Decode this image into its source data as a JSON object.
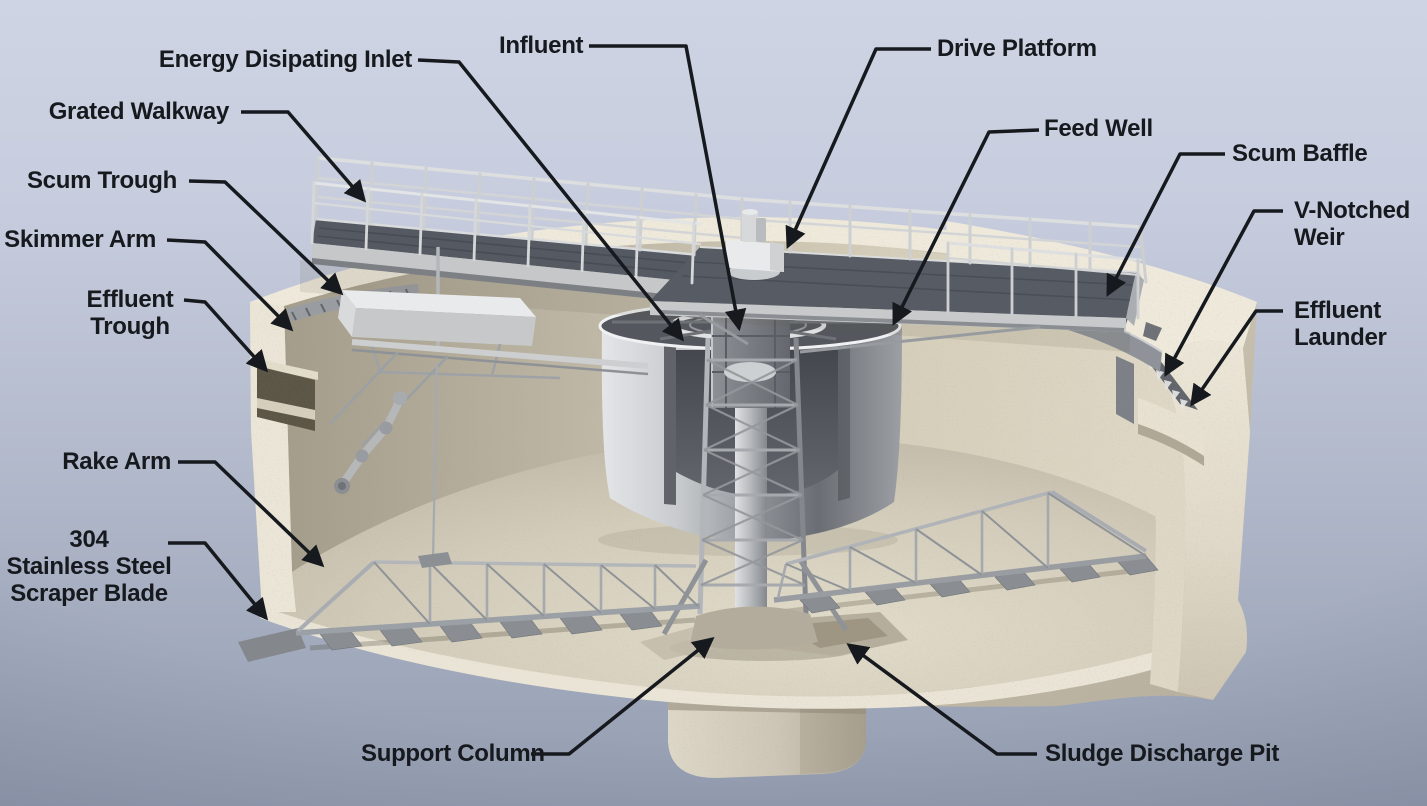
{
  "labels": [
    {
      "id": "energy-disipating-inlet",
      "text": "Energy Disipating Inlet"
    },
    {
      "id": "influent",
      "text": "Influent"
    },
    {
      "id": "drive-platform",
      "text": "Drive Platform"
    },
    {
      "id": "grated-walkway",
      "text": "Grated Walkway"
    },
    {
      "id": "feed-well",
      "text": "Feed Well"
    },
    {
      "id": "scum-trough",
      "text": "Scum Trough"
    },
    {
      "id": "scum-baffle",
      "text": "Scum Baffle"
    },
    {
      "id": "skimmer-arm",
      "text": "Skimmer Arm"
    },
    {
      "id": "v-notched-weir",
      "text": "V-Notched\nWeir"
    },
    {
      "id": "effluent-trough",
      "text": "Effluent\nTrough"
    },
    {
      "id": "effluent-launder",
      "text": "Effluent\nLaunder"
    },
    {
      "id": "rake-arm",
      "text": "Rake Arm"
    },
    {
      "id": "scraper-blade-304",
      "text": "304\nStainless Steel\nScraper Blade"
    },
    {
      "id": "support-column",
      "text": "Support Column"
    },
    {
      "id": "sludge-discharge-pit",
      "text": "Sludge Discharge Pit"
    }
  ],
  "colors": {
    "label_text": "#16191d",
    "leader_line": "#16191d",
    "sky_top": "#cfd4e4",
    "sky_bottom": "#949cb0",
    "concrete_light": "#eee9db",
    "concrete_shadow": "#a59d8b",
    "steel_light": "#dcdedf",
    "steel_dark": "#54585e"
  }
}
